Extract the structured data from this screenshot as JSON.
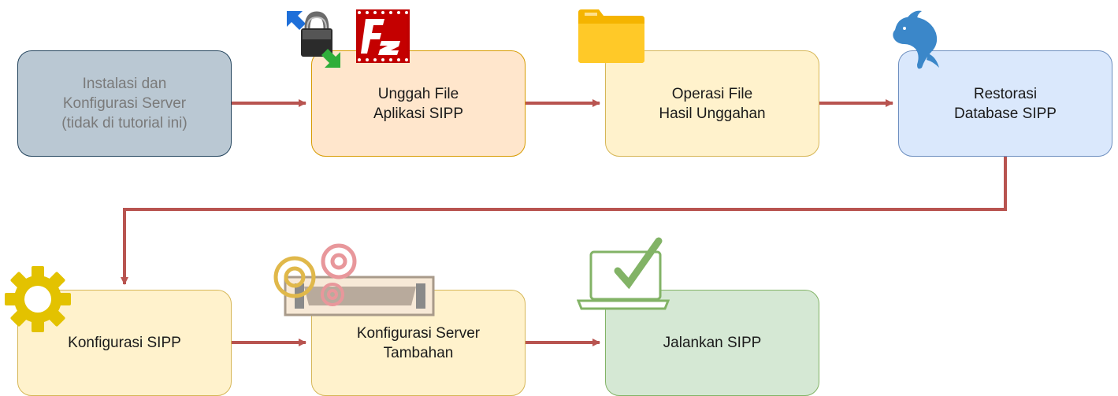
{
  "colors": {
    "connector": "#b85450",
    "server": {
      "fill": "#bac8d3",
      "stroke": "#23445d",
      "text": "#7a7a7a"
    },
    "upload": {
      "fill": "#ffe6cc",
      "stroke": "#d79b00"
    },
    "yellow": {
      "fill": "#fff2cc",
      "stroke": "#d6b656"
    },
    "blue": {
      "fill": "#dae8fc",
      "stroke": "#6c8ebf"
    },
    "green": {
      "fill": "#d5e8d4",
      "stroke": "#82b366"
    }
  },
  "nodes": [
    {
      "id": "server",
      "label": "Instalasi dan\nKonfigurasi Server\n(tidak di tutorial ini)"
    },
    {
      "id": "upload",
      "label": "Unggah File\nAplikasi SIPP"
    },
    {
      "id": "operate",
      "label": "Operasi File\nHasil Unggahan"
    },
    {
      "id": "restore",
      "label": "Restorasi\nDatabase SIPP"
    },
    {
      "id": "config",
      "label": "Konfigurasi SIPP"
    },
    {
      "id": "server-extra",
      "label": "Konfigurasi Server\nTambahan"
    },
    {
      "id": "run",
      "label": "Jalankan SIPP"
    }
  ],
  "icons": [
    "secure-transfer-icon",
    "filezilla-icon",
    "folder-icon",
    "mysql-dolphin-icon",
    "gear-icon",
    "server-gears-icon",
    "laptop-check-icon"
  ]
}
